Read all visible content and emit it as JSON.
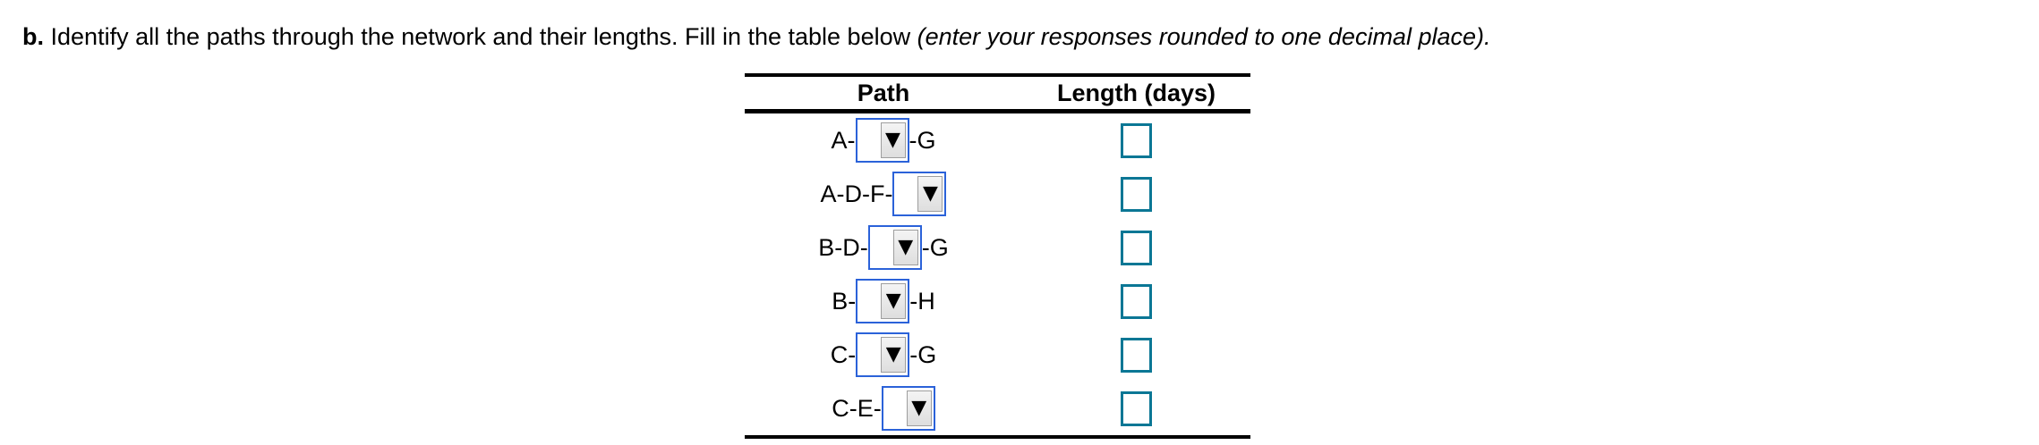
{
  "question": {
    "label": "b.",
    "text": "Identify all the paths through the network and their lengths. Fill in the table below",
    "italic_note": "(enter your responses rounded to one decimal place)."
  },
  "table": {
    "headers": {
      "path": "Path",
      "length": "Length (days)"
    },
    "rows": [
      {
        "prefix": "A-",
        "suffix": "-G",
        "dropdown_value": "",
        "length_value": ""
      },
      {
        "prefix": "A-D-F-",
        "suffix": "",
        "dropdown_value": "",
        "length_value": ""
      },
      {
        "prefix": "B-D-",
        "suffix": "-G",
        "dropdown_value": "",
        "length_value": ""
      },
      {
        "prefix": "B-",
        "suffix": "-H",
        "dropdown_value": "",
        "length_value": ""
      },
      {
        "prefix": "C-",
        "suffix": "-G",
        "dropdown_value": "",
        "length_value": ""
      },
      {
        "prefix": "C-E-",
        "suffix": "",
        "dropdown_value": "",
        "length_value": ""
      }
    ],
    "dropdown": {
      "arrow_icon": "▼"
    }
  },
  "colors": {
    "select_border": "#2b62d9",
    "answer_box_border": "#0b7795",
    "table_rule": "#000000"
  }
}
